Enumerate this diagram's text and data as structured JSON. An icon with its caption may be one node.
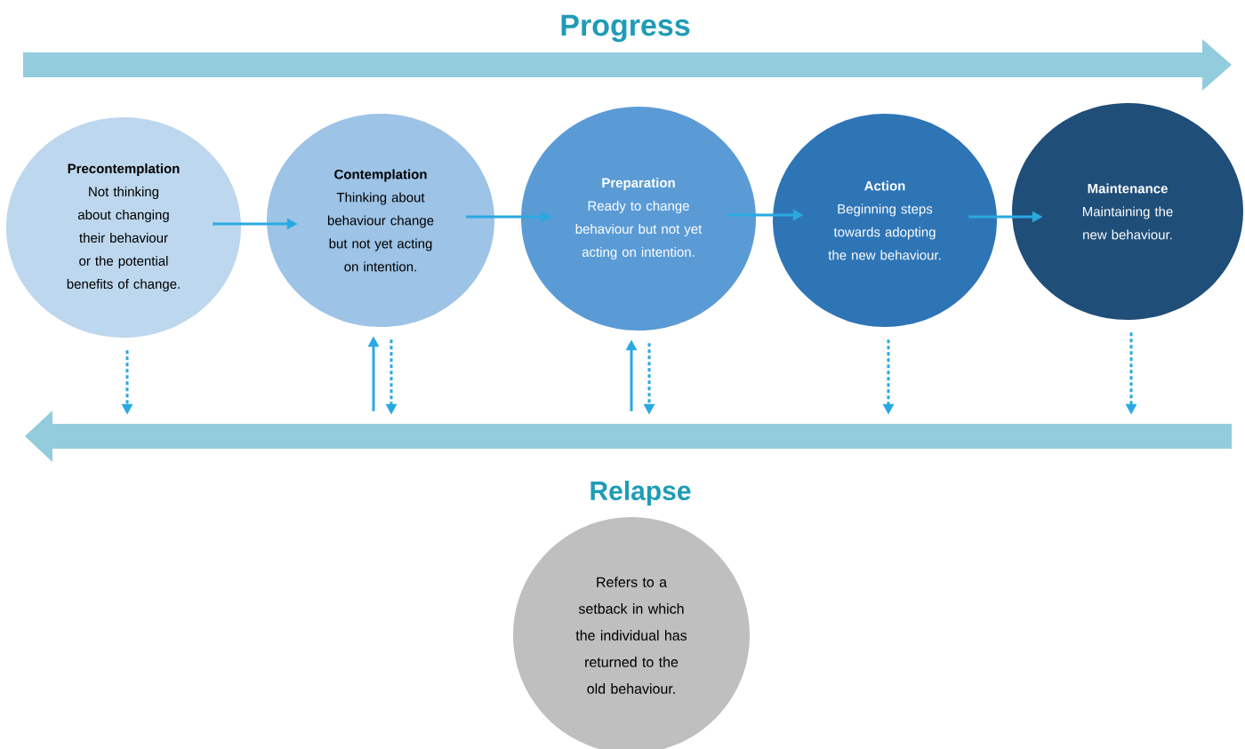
{
  "diagram": {
    "title": "Progress",
    "nodes": [
      {
        "text": [
          "Precontemplation",
          "Not thinking about changing their behaviour or the potential benefits of change."
        ]
      },
      {
        "text": [
          "Contemplation",
          "Thinking about behaviour change but not yet acting on intention."
        ]
      },
      {
        "text": [
          "Preparation",
          "Ready to change behaviour but not yet acting on intention."
        ]
      },
      {
        "text": [
          "Action",
          "Beginning steps towards adopting the new behaviour."
        ]
      },
      {
        "text": [
          "Maintenance",
          "Maintaining the new behaviour."
        ]
      },
      {
        "text": [],
        "shape": "bar"
      },
      {
        "text": [
          "Relapse",
          "Refers to a setback in which the individual has returned to the old behaviour."
        ]
      }
    ],
    "edges": [
      {
        "from": 0,
        "to": 1,
        "arrow": "to"
      },
      {
        "from": 1,
        "to": 2,
        "arrow": "to"
      },
      {
        "from": 2,
        "to": 3,
        "arrow": "to"
      },
      {
        "from": 3,
        "to": 4,
        "arrow": "to"
      },
      {
        "from": 0,
        "to": 5,
        "arrow": "to",
        "style": "dashed"
      },
      {
        "from": 5,
        "to": 1,
        "arrow": "to"
      },
      {
        "from": 1,
        "to": 5,
        "arrow": "to",
        "style": "dashed"
      },
      {
        "from": 5,
        "to": 2,
        "arrow": "to"
      },
      {
        "from": 2,
        "to": 5,
        "arrow": "to",
        "style": "dashed"
      },
      {
        "from": 3,
        "to": 5,
        "arrow": "to",
        "style": "dashed"
      },
      {
        "from": 4,
        "to": 5,
        "arrow": "to",
        "style": "dashed"
      }
    ]
  }
}
